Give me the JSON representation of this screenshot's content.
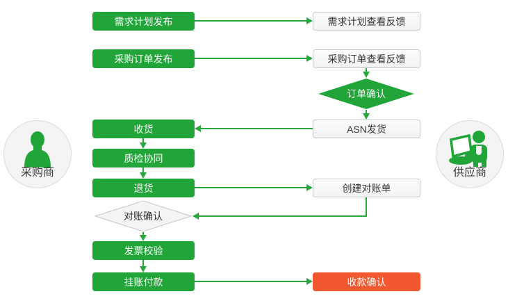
{
  "colors": {
    "node_green": "#21a538",
    "node_red": "#f1582f",
    "arrow_green": "#27a73c",
    "gray_box_bg": "#f2f2f2",
    "gray_box_border": "#c9c9c9",
    "circle_bg": "#f4f4f4",
    "circle_border": "#d9d9d9"
  },
  "actors": {
    "buyer": {
      "label": "采购商"
    },
    "supplier": {
      "label": "供应商"
    }
  },
  "nodes": {
    "demand_publish": {
      "label": "需求计划发布"
    },
    "demand_feedback": {
      "label": "需求计划查看反馈"
    },
    "po_publish": {
      "label": "采购订单发布"
    },
    "po_feedback": {
      "label": "采购订单查看反馈"
    },
    "order_confirm": {
      "label": "订单确认"
    },
    "asn_ship": {
      "label": "ASN发货"
    },
    "receive": {
      "label": "收货"
    },
    "quality_collab": {
      "label": "质检协同"
    },
    "return_goods": {
      "label": "退货"
    },
    "create_statement": {
      "label": "创建对账单"
    },
    "statement_confirm": {
      "label": "对账确认"
    },
    "invoice_check": {
      "label": "发票校验"
    },
    "payment": {
      "label": "挂账付款"
    },
    "payment_confirm": {
      "label": "收款确认"
    }
  },
  "edges": [
    {
      "from": "demand_publish",
      "to": "demand_feedback"
    },
    {
      "from": "po_publish",
      "to": "po_feedback"
    },
    {
      "from": "po_feedback",
      "to": "order_confirm"
    },
    {
      "from": "order_confirm",
      "to": "asn_ship"
    },
    {
      "from": "asn_ship",
      "to": "receive"
    },
    {
      "from": "receive",
      "to": "quality_collab"
    },
    {
      "from": "quality_collab",
      "to": "return_goods"
    },
    {
      "from": "return_goods",
      "to": "create_statement"
    },
    {
      "from": "create_statement",
      "to": "statement_confirm"
    },
    {
      "from": "statement_confirm",
      "to": "invoice_check"
    },
    {
      "from": "invoice_check",
      "to": "payment"
    },
    {
      "from": "payment",
      "to": "payment_confirm"
    }
  ]
}
